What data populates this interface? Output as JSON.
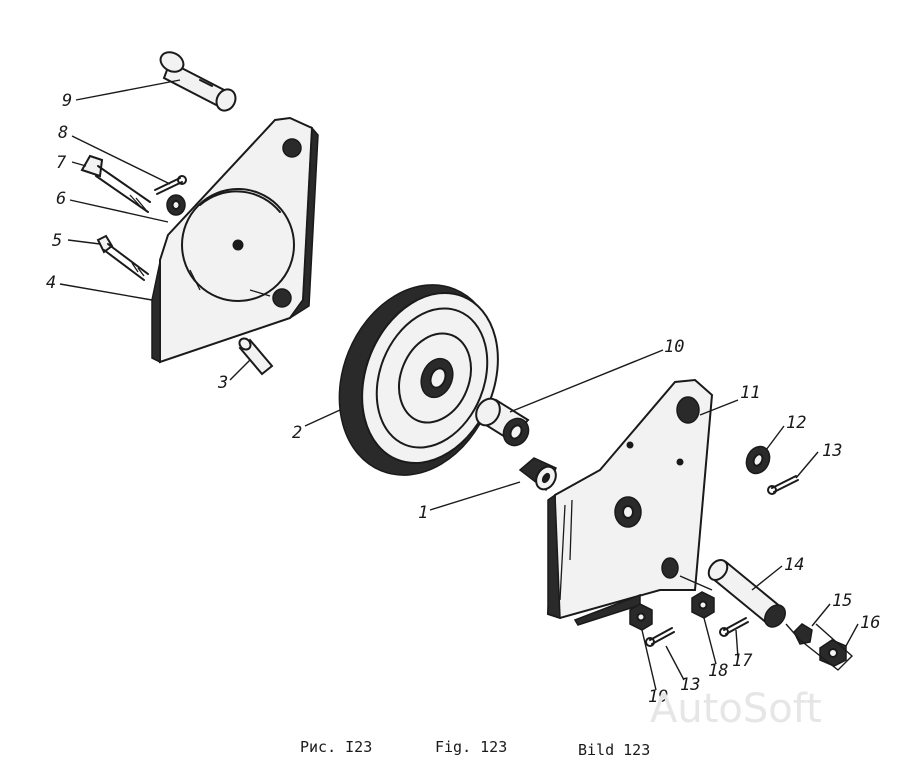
{
  "labels": {
    "p1": "1",
    "p2": "2",
    "p3": "3",
    "p4": "4",
    "p5": "5",
    "p6": "6",
    "p7": "7",
    "p8": "8",
    "p9": "9",
    "p10": "10",
    "p11": "11",
    "p12": "12",
    "p13a": "13",
    "p13b": "13",
    "p14": "14",
    "p15": "15",
    "p16": "16",
    "p17": "17",
    "p18": "18",
    "p19": "19"
  },
  "captions": {
    "ru": "Рис. I23",
    "en": "Fig. 123",
    "de": "Bild 123"
  },
  "watermark": "AutoSoft"
}
